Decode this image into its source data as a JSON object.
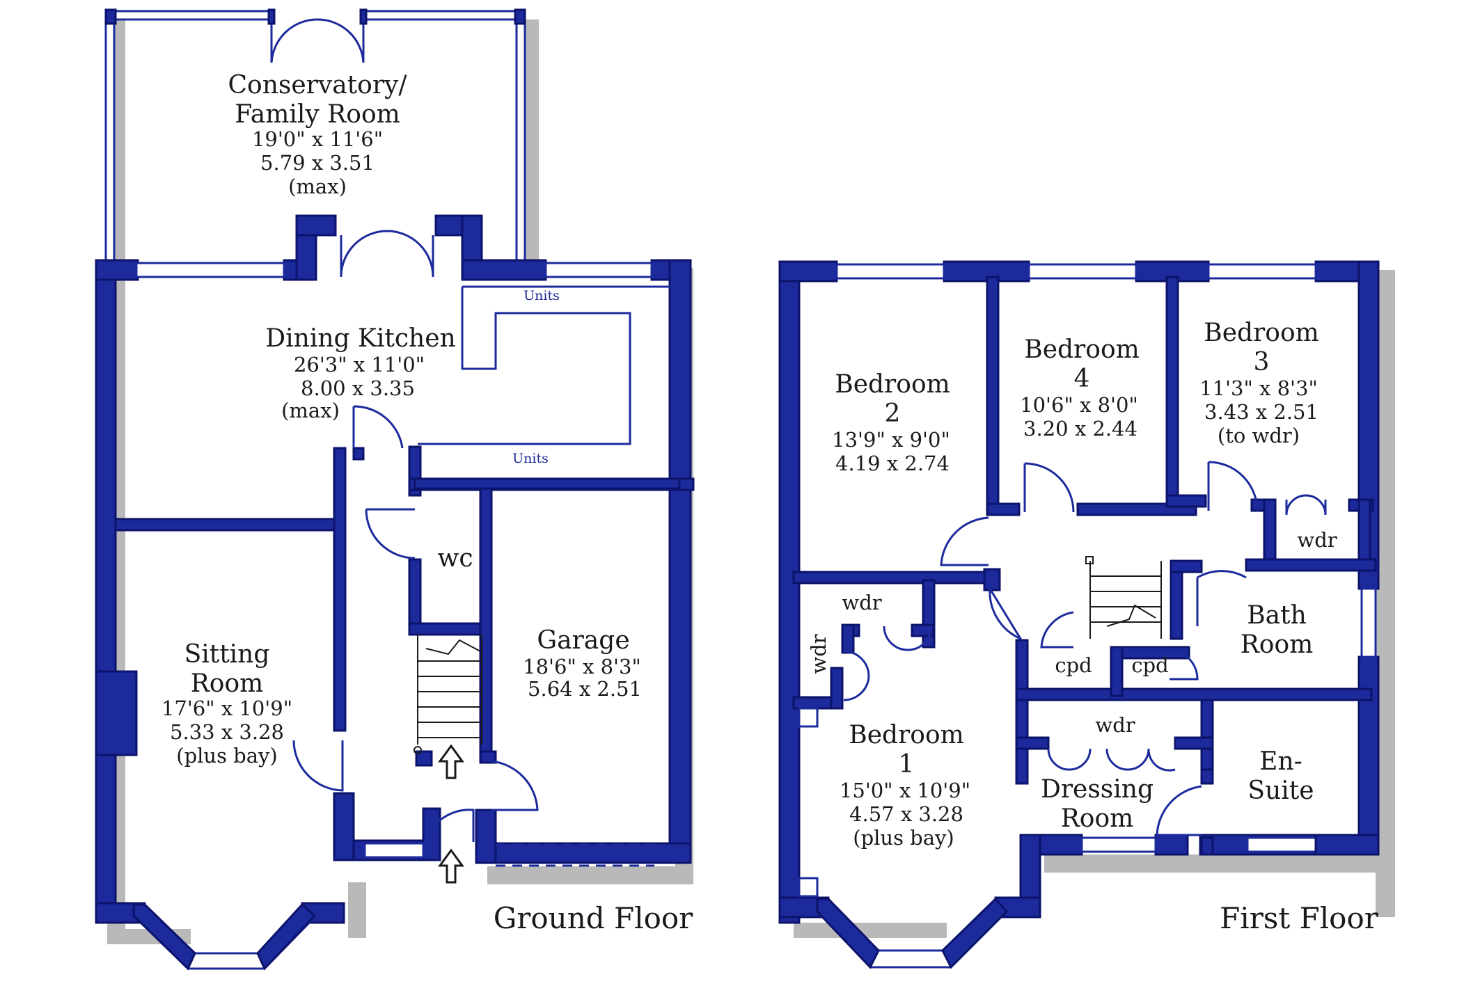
{
  "ground_floor": {
    "title": "Ground Floor",
    "rooms": {
      "conservatory": {
        "name1": "Conservatory/",
        "name2": "Family Room",
        "dim_imperial": "19'0\"  x  11'6\"",
        "dim_metric": "5.79  x  3.51",
        "note": "(max)"
      },
      "dining_kitchen": {
        "name1": "Dining Kitchen",
        "dim_imperial": "26'3\"  x  11'0\"",
        "dim_metric": "8.00  x  3.35",
        "note": "(max)",
        "units_top": "Units",
        "units_bottom": "Units"
      },
      "wc": {
        "name1": "wc"
      },
      "sitting_room": {
        "name1": "Sitting",
        "name2": "Room",
        "dim_imperial": "17'6\"  x  10'9\"",
        "dim_metric": "5.33  x  3.28",
        "note": "(plus bay)"
      },
      "garage": {
        "name1": "Garage",
        "dim_imperial": "18'6\"  x  8'3\"",
        "dim_metric": "5.64  x  2.51"
      }
    }
  },
  "first_floor": {
    "title": "First Floor",
    "rooms": {
      "bedroom2": {
        "name1": "Bedroom",
        "name2": "2",
        "dim_imperial": "13'9\"  x  9'0\"",
        "dim_metric": "4.19  x  2.74"
      },
      "bedroom4": {
        "name1": "Bedroom",
        "name2": "4",
        "dim_imperial": "10'6\"  x  8'0\"",
        "dim_metric": "3.20  x  2.44"
      },
      "bedroom3": {
        "name1": "Bedroom",
        "name2": "3",
        "dim_imperial": "11'3\"  x  8'3\"",
        "dim_metric": "3.43  x  2.51",
        "note": "(to wdr)"
      },
      "bath_room": {
        "name1": "Bath",
        "name2": "Room"
      },
      "bedroom1": {
        "name1": "Bedroom",
        "name2": "1",
        "dim_imperial": "15'0\"  x  10'9\"",
        "dim_metric": "4.57  x  3.28",
        "note": "(plus bay)"
      },
      "dressing_room": {
        "name1": "Dressing",
        "name2": "Room"
      },
      "en_suite": {
        "name1": "En-",
        "name2": "Suite"
      }
    },
    "labels": {
      "wdr_bed3": "wdr",
      "wdr_bed1_top": "wdr",
      "wdr_bed1_side": "wdr",
      "wdr_dressing": "wdr",
      "cpd_left": "cpd",
      "cpd_right": "cpd"
    }
  },
  "colors": {
    "wall": "#1c2a9c",
    "shadow": "#b9b9b9",
    "background": "#ffffff"
  }
}
